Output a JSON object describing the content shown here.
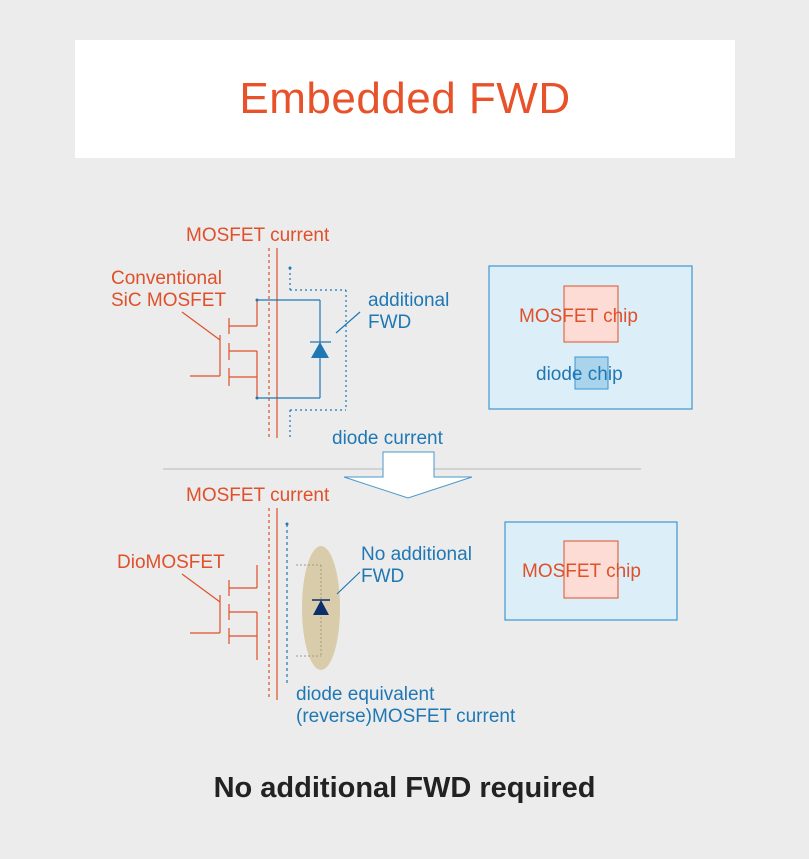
{
  "title": "Embedded FWD",
  "footer": "No additional FWD required",
  "colors": {
    "accent_red": "#e0502a",
    "title_red": "#e8522b",
    "accent_blue": "#1f78b4",
    "panel_fill": "#dceef7",
    "chip_fill": "#fcdcd4",
    "diode_chip_fill": "#a9d4ec",
    "oval_fill": "#d8ccaa"
  },
  "top_section": {
    "mosfet_current": "MOSFET current",
    "device_label_line1": "Conventional",
    "device_label_line2": "SiC MOSFET",
    "fwd_label_line1": "additional",
    "fwd_label_line2": "FWD",
    "chip_panel": {
      "mosfet_chip_part1": "MOSFET",
      "mosfet_chip_part2": "chip",
      "diode_chip_part1": "diode",
      "diode_chip_part2": "chip"
    },
    "diode_current": "diode current"
  },
  "bottom_section": {
    "mosfet_current": "MOSFET current",
    "device_label": "DioMOSFET",
    "fwd_label_line1": "No additional",
    "fwd_label_line2": "FWD",
    "reverse_label_line1": "diode equivalent",
    "reverse_label_line2": "(reverse)MOSFET current",
    "chip_panel": {
      "mosfet_chip_part1": "MOSFET",
      "mosfet_chip_part2": "chip"
    }
  }
}
